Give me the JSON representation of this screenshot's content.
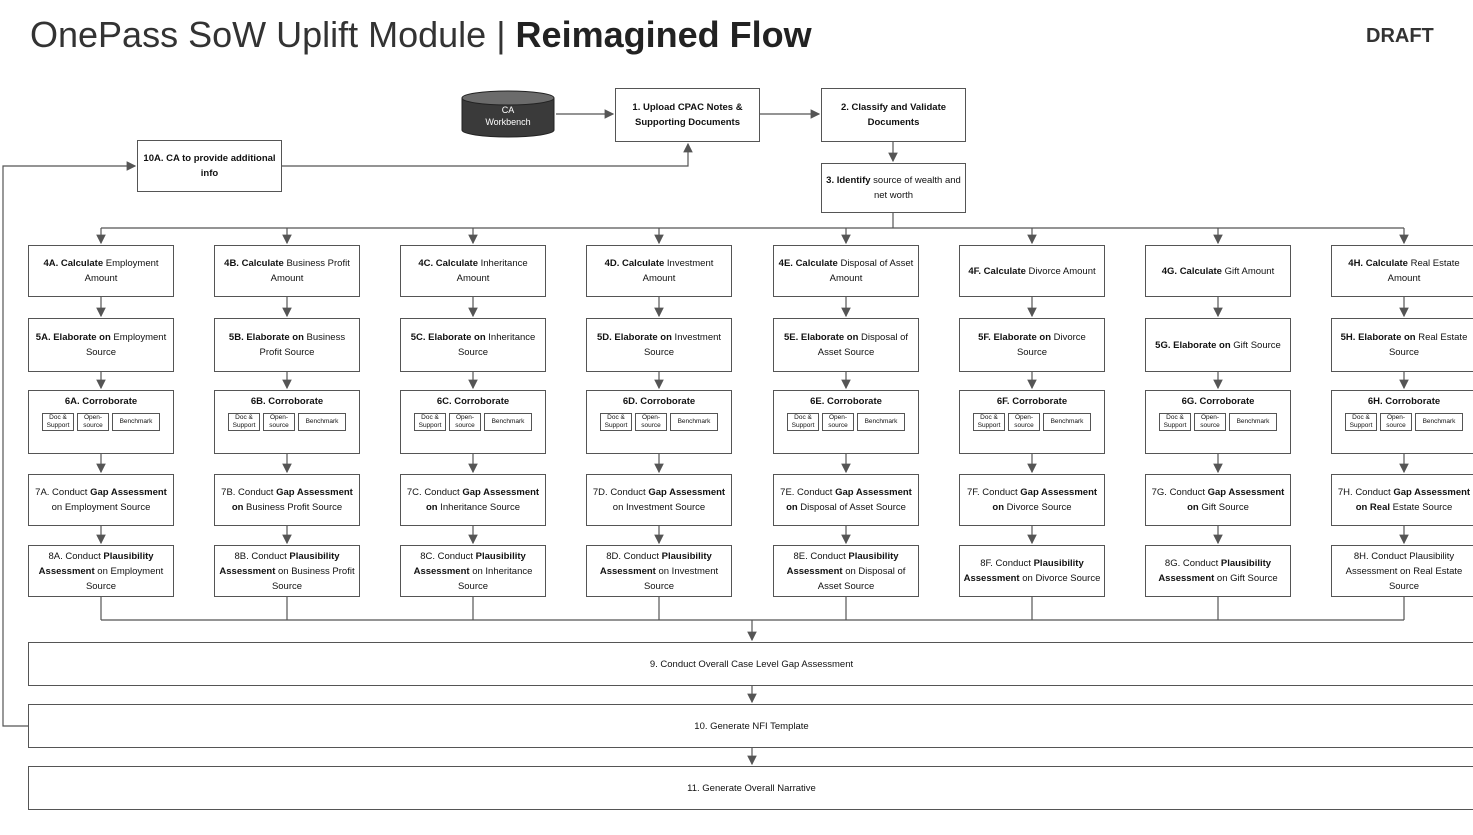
{
  "header": {
    "title_light": "OnePass SoW Uplift Module | ",
    "title_bold": "Reimagined Flow",
    "draft": "DRAFT"
  },
  "db": {
    "label_line1": "CA",
    "label_line2": "Workbench"
  },
  "steps": {
    "s1": {
      "bold": "1. Upload CPAC Notes & Supporting Documents",
      "rest": ""
    },
    "s2": {
      "bold": "2. Classify and Validate Documents",
      "rest": ""
    },
    "s3": {
      "bold": "3. Identify",
      "rest": " source of wealth and net worth"
    },
    "s10a": {
      "bold": "10A. CA to provide additional info",
      "rest": ""
    },
    "s9": "9. Conduct Overall Case Level Gap Assessment",
    "s10": "10. Generate NFI Template",
    "s11": "11. Generate Overall Narrative"
  },
  "corroborate_subs": [
    "Doc & Support",
    "Open-source",
    "Benchmark"
  ],
  "columns": [
    {
      "s4": {
        "bold": "4A. Calculate",
        "rest": " Employment Amount"
      },
      "s5": {
        "bold": "5A. Elaborate on",
        "rest": " Employment Source"
      },
      "s6": "6A. Corroborate",
      "s7": {
        "pre": "7A. Conduct ",
        "bold": "Gap Assessment",
        "rest": " on Employment Source"
      },
      "s8": {
        "pre": "8A. Conduct ",
        "bold": "Plausibility Assessment",
        "rest": " on Employment Source"
      }
    },
    {
      "s4": {
        "bold": "4B. Calculate",
        "rest": " Business Profit Amount"
      },
      "s5": {
        "bold": "5B. Elaborate on",
        "rest": " Business Profit Source"
      },
      "s6": "6B. Corroborate",
      "s7": {
        "pre": "7B. Conduct ",
        "bold": "Gap Assessment on",
        "rest": " Business Profit Source"
      },
      "s8": {
        "pre": "8B. Conduct ",
        "bold": "Plausibility Assessment",
        "rest": " on Business Profit Source"
      }
    },
    {
      "s4": {
        "bold": "4C. Calculate",
        "rest": " Inheritance Amount"
      },
      "s5": {
        "bold": "5C. Elaborate on",
        "rest": " Inheritance Source"
      },
      "s6": "6C. Corroborate",
      "s7": {
        "pre": "7C. Conduct ",
        "bold": "Gap Assessment on",
        "rest": " Inheritance Source"
      },
      "s8": {
        "pre": "8C. Conduct ",
        "bold": "Plausibility Assessment",
        "rest": " on Inheritance Source"
      }
    },
    {
      "s4": {
        "bold": "4D. Calculate",
        "rest": " Investment Amount"
      },
      "s5": {
        "bold": "5D. Elaborate on",
        "rest": " Investment Source"
      },
      "s6": "6D. Corroborate",
      "s7": {
        "pre": "7D. Conduct ",
        "bold": "Gap Assessment",
        "rest": " on Investment Source"
      },
      "s8": {
        "pre": "8D. Conduct ",
        "bold": "Plausibility Assessment",
        "rest": " on Investment Source"
      }
    },
    {
      "s4": {
        "bold": "4E. Calculate",
        "rest": " Disposal of Asset Amount"
      },
      "s5": {
        "bold": "5E. Elaborate on",
        "rest": " Disposal of Asset Source"
      },
      "s6": "6E. Corroborate",
      "s7": {
        "pre": "7E. Conduct ",
        "bold": "Gap Assessment on",
        "rest": " Disposal of Asset Source"
      },
      "s8": {
        "pre": "8E. Conduct ",
        "bold": "Plausibility Assessment",
        "rest": " on Disposal of Asset Source"
      }
    },
    {
      "s4": {
        "bold": "4F. Calculate",
        "rest": " Divorce Amount"
      },
      "s5": {
        "bold": "5F. Elaborate on",
        "rest": " Divorce Source"
      },
      "s6": "6F. Corroborate",
      "s7": {
        "pre": "7F. Conduct ",
        "bold": "Gap Assessment on",
        "rest": " Divorce Source"
      },
      "s8": {
        "pre": "8F. Conduct ",
        "bold": "Plausibility Assessment",
        "rest": " on Divorce Source"
      }
    },
    {
      "s4": {
        "bold": "4G. Calculate",
        "rest": " Gift Amount"
      },
      "s5": {
        "bold": "5G. Elaborate on",
        "rest": " Gift Source"
      },
      "s6": "6G. Corroborate",
      "s7": {
        "pre": "7G. Conduct ",
        "bold": "Gap Assessment on",
        "rest": " Gift Source"
      },
      "s8": {
        "pre": "8G. Conduct ",
        "bold": "Plausibility Assessment",
        "rest": " on Gift Source"
      }
    },
    {
      "s4": {
        "bold": "4H. Calculate",
        "rest": " Real Estate Amount"
      },
      "s5": {
        "bold": "5H. Elaborate on",
        "rest": " Real Estate Source"
      },
      "s6": "6H. Corroborate",
      "s7": {
        "pre": "7H. Conduct ",
        "bold": "Gap Assessment on Real",
        "rest": " Estate Source"
      },
      "s8": {
        "pre": "8H. Conduct ",
        "bold": "",
        "rest": "Plausibility Assessment on Real Estate Source"
      }
    }
  ]
}
